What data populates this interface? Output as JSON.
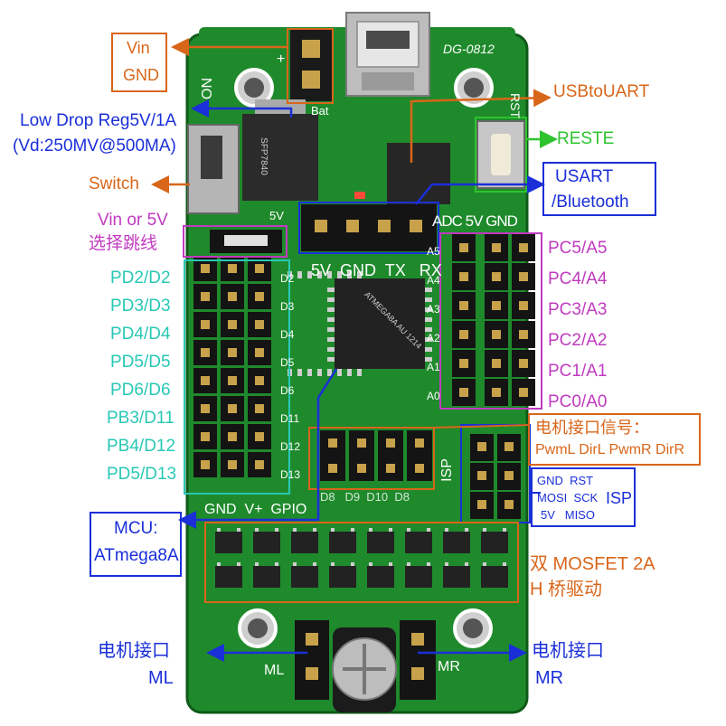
{
  "board": {
    "model": "DG-0812",
    "silk": {
      "on": "ON",
      "bat": "Bat",
      "plus": "+",
      "rst": "RST",
      "fivev": "5V",
      "adc_row": "ADC 5V GND",
      "serial_row": "5V  GND  TX   RX",
      "isp": "ISP",
      "ml": "ML",
      "mr": "MR",
      "left_pins": [
        "D2",
        "D3",
        "D4",
        "D5",
        "D6",
        "D11",
        "D12",
        "D13"
      ],
      "right_pins": [
        "A5",
        "A4",
        "A3",
        "A2",
        "A1",
        "A0"
      ],
      "bottom_row": "GND  V+  GPIO",
      "mid_row": "D8   D9  D10  D8",
      "reg_chip": "SFP7840",
      "mcu_chip": "ATMEGA8A AU 1214"
    }
  },
  "labels": {
    "vin_gnd": [
      "Vin",
      "GND"
    ],
    "ldo": [
      "Low Drop Reg5V/1A",
      "(Vd:250MV@500MA)"
    ],
    "switch": "Switch",
    "usb_uart": "USBtoUART",
    "reste": "RESTE",
    "usart": [
      "USART",
      "/Bluetooth"
    ],
    "vin_or_5v": [
      "Vin or 5V",
      "选择跳线"
    ],
    "pd_list": [
      "PD2/D2",
      "PD3/D3",
      "PD4/D4",
      "PD5/D5",
      "PD6/D6",
      "PB3/D11",
      "PB4/D12",
      "PD5/D13"
    ],
    "pc_list": [
      "PC5/A5",
      "PC4/A4",
      "PC3/A3",
      "PC2/A2",
      "PC1/A1",
      "PC0/A0"
    ],
    "motor_signal": [
      "电机接口信号：",
      "PwmL DirL PwmR DirR"
    ],
    "isp_box": [
      "GND  RST",
      "MOSI  SCK",
      "5V   MISO"
    ],
    "isp": "ISP",
    "mcu": [
      "MCU:",
      "ATmega8A"
    ],
    "mosfet": [
      "双 MOSFET 2A",
      "H 桥驱动"
    ],
    "ml": [
      "电机接口",
      "ML"
    ],
    "mr": [
      "电机接口",
      "MR"
    ]
  },
  "colors": {
    "orange": "#d8661a",
    "blue": "#1a2fd8",
    "green": "#2fc42f",
    "magenta": "#c03ac0",
    "cyan": "#28c8b4",
    "pcb": "#1f8a2c"
  }
}
